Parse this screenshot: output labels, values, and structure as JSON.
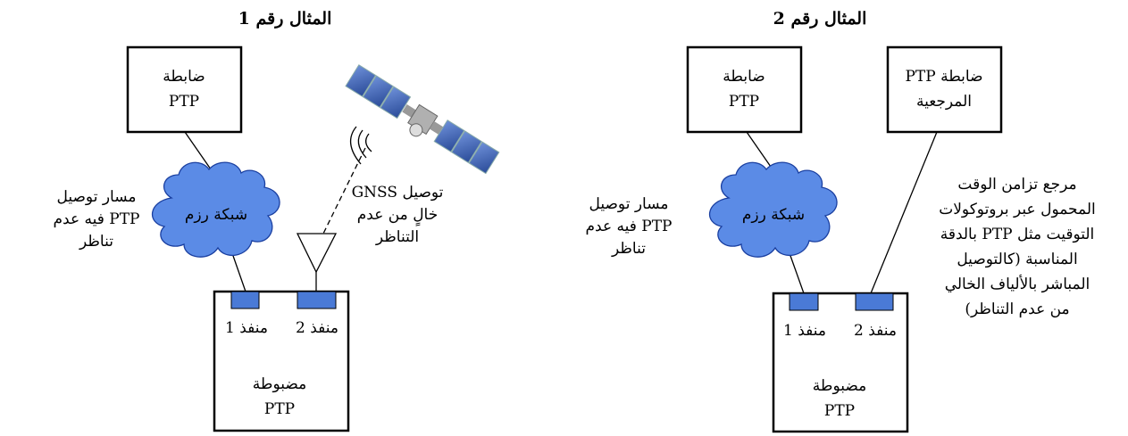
{
  "colors": {
    "accent": "#4a7ad6",
    "cloud_fill": "#5b8be6",
    "cloud_stroke": "#1a3fa0",
    "line": "#000000"
  },
  "example1": {
    "title": "المثال رقم 1",
    "controller_line1": "ضابطة",
    "controller_line2": "PTP",
    "cloud_label": "شبكة رزم",
    "path_note": [
      "مسار توصيل",
      "PTP فيه عدم",
      "تناظر"
    ],
    "gnss_note": [
      "توصيل GNSS",
      "خالٍ من عدم",
      "التناظر"
    ],
    "port1": "منفذ 1",
    "port2": "منفذ 2",
    "slave_line1": "مضبوطة",
    "slave_line2": "PTP",
    "icons": [
      "satellite-icon",
      "antenna-icon"
    ]
  },
  "example2": {
    "title": "المثال رقم 2",
    "controller_line1": "ضابطة",
    "controller_line2": "PTP",
    "ref_controller_line1": "ضابطة PTP",
    "ref_controller_line2": "المرجعية",
    "cloud_label": "شبكة رزم",
    "path_note": [
      "مسار توصيل",
      "PTP فيه عدم",
      "تناظر"
    ],
    "ref_note": [
      "مرجع تزامن الوقت",
      "المحمول عبر بروتوكولات",
      "التوقيت مثل PTP بالدقة",
      "المناسبة (كالتوصيل",
      "المباشر بالألياف الخالي",
      "من عدم التناظر)"
    ],
    "port1": "منفذ 1",
    "port2": "منفذ 2",
    "slave_line1": "مضبوطة",
    "slave_line2": "PTP"
  }
}
